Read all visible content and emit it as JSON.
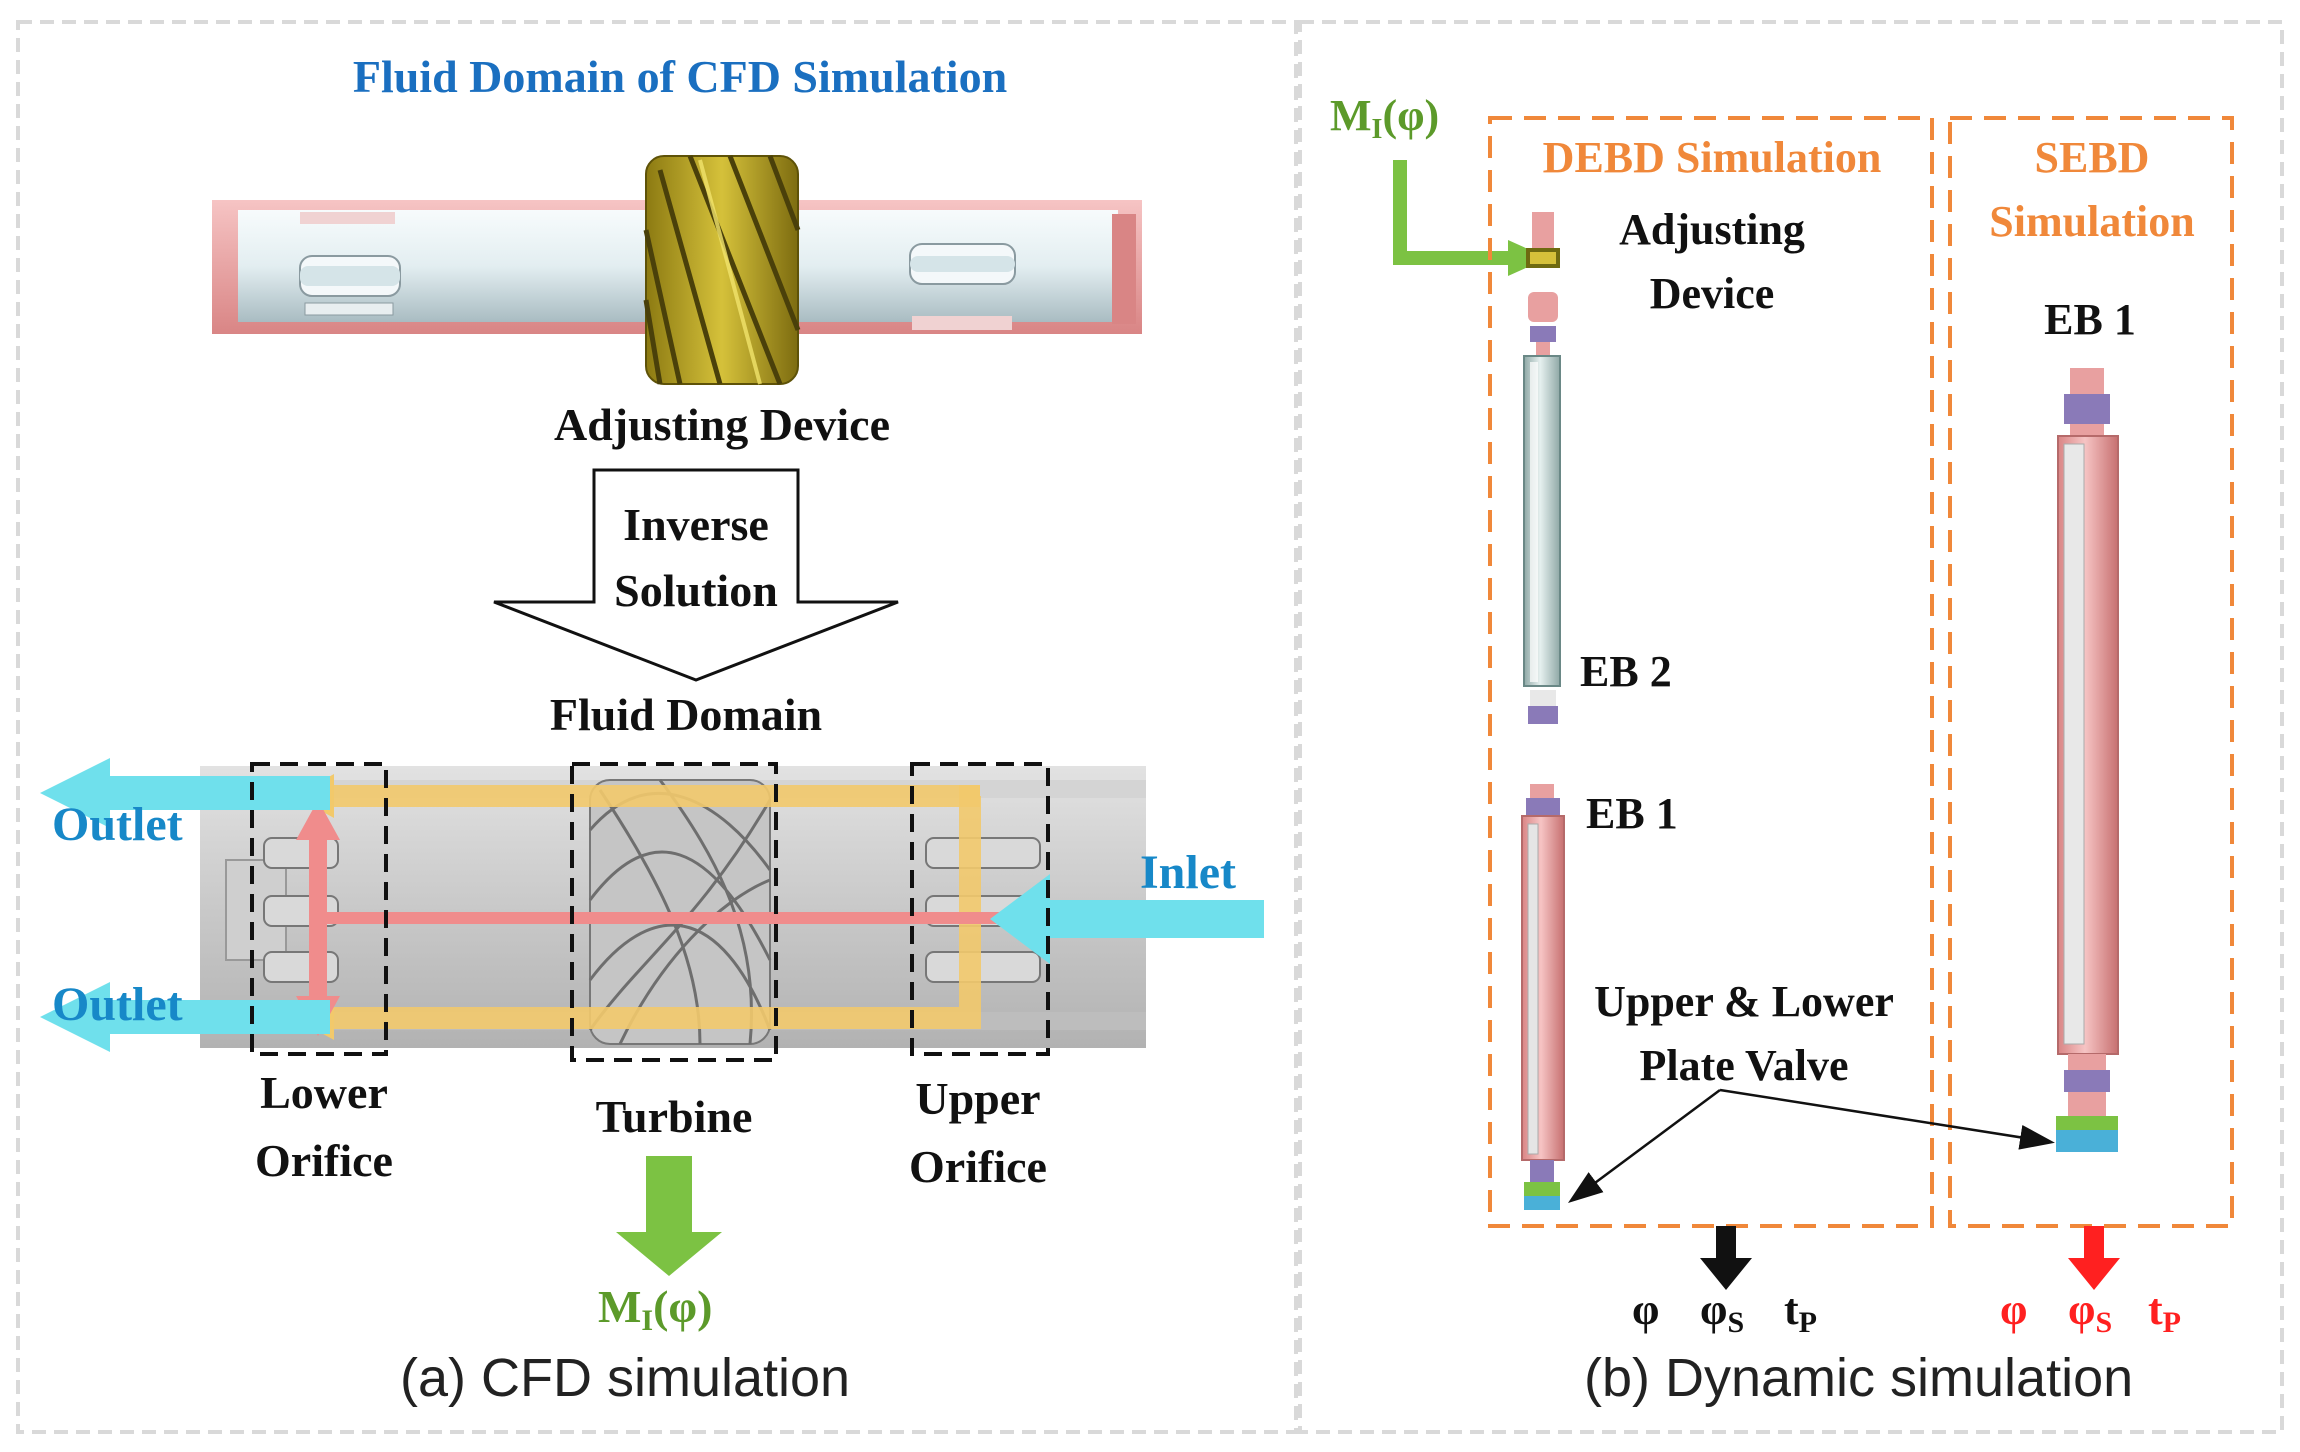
{
  "panel_a": {
    "title": "Fluid Domain of CFD Simulation",
    "device_label": "Adjusting Device",
    "arrow_text_1": "Inverse",
    "arrow_text_2": "Solution",
    "domain_label": "Fluid Domain",
    "outlet_top": "Outlet",
    "outlet_bottom": "Outlet",
    "inlet": "Inlet",
    "lower_orifice_1": "Lower",
    "lower_orifice_2": "Orifice",
    "turbine": "Turbine",
    "upper_orifice_1": "Upper",
    "upper_orifice_2": "Orifice",
    "output_main": "M",
    "output_sub": "I",
    "output_arg": "(φ)",
    "caption": "(a)  CFD simulation"
  },
  "panel_b": {
    "input_main": "M",
    "input_sub": "I",
    "input_arg": "(φ)",
    "debd_title": "DEBD Simulation",
    "sebd_title_1": "SEBD",
    "sebd_title_2": "Simulation",
    "adjusting_1": "Adjusting",
    "adjusting_2": "Device",
    "eb2": "EB 2",
    "eb1_left": "EB 1",
    "eb1_right": "EB 1",
    "valve_1": "Upper & Lower",
    "valve_2": "Plate Valve",
    "out_phi_left": "φ",
    "out_phis_left": "φ",
    "out_phis_left_sub": "S",
    "out_tp_left": "t",
    "out_tp_left_sub": "P",
    "out_phi_right": "φ",
    "out_phis_right": "φ",
    "out_phis_right_sub": "S",
    "out_tp_right": "t",
    "out_tp_right_sub": "P",
    "caption": "(b) Dynamic simulation"
  },
  "colors": {
    "title_blue": "#1a6fc0",
    "orange": "#f0883a",
    "green": "#7cc243",
    "green_text": "#5c9a2a",
    "cyan": "#6fe0ec",
    "cyan_text": "#1788c8",
    "pink": "#e89a9a",
    "yellow": "#f2c96b",
    "red": "#ff2020"
  }
}
